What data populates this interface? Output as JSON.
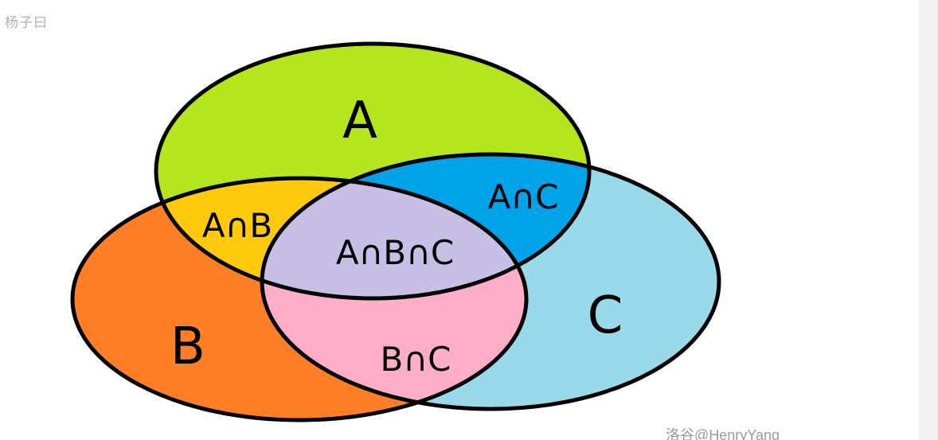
{
  "header": {
    "text": "杨子曰"
  },
  "diagram": {
    "sets": [
      {
        "key": "A",
        "label": "A",
        "color": "#b5e61d"
      },
      {
        "key": "B",
        "label": "B",
        "color": "#ff7f27"
      },
      {
        "key": "C",
        "label": "C",
        "color": "#99d9ea"
      }
    ],
    "regions": {
      "a_and_b": {
        "label": "A∩B",
        "color": "#ffc90e"
      },
      "a_and_c": {
        "label": "A∩C",
        "color": "#00a2e8"
      },
      "b_and_c": {
        "label": "B∩C",
        "color": "#ffaec9"
      },
      "a_and_b_and_c": {
        "label": "A∩B∩C",
        "color": "#c8bfe7"
      }
    },
    "outline_color": "#000000"
  },
  "watermark": {
    "text": "洛谷@HenryYang"
  }
}
